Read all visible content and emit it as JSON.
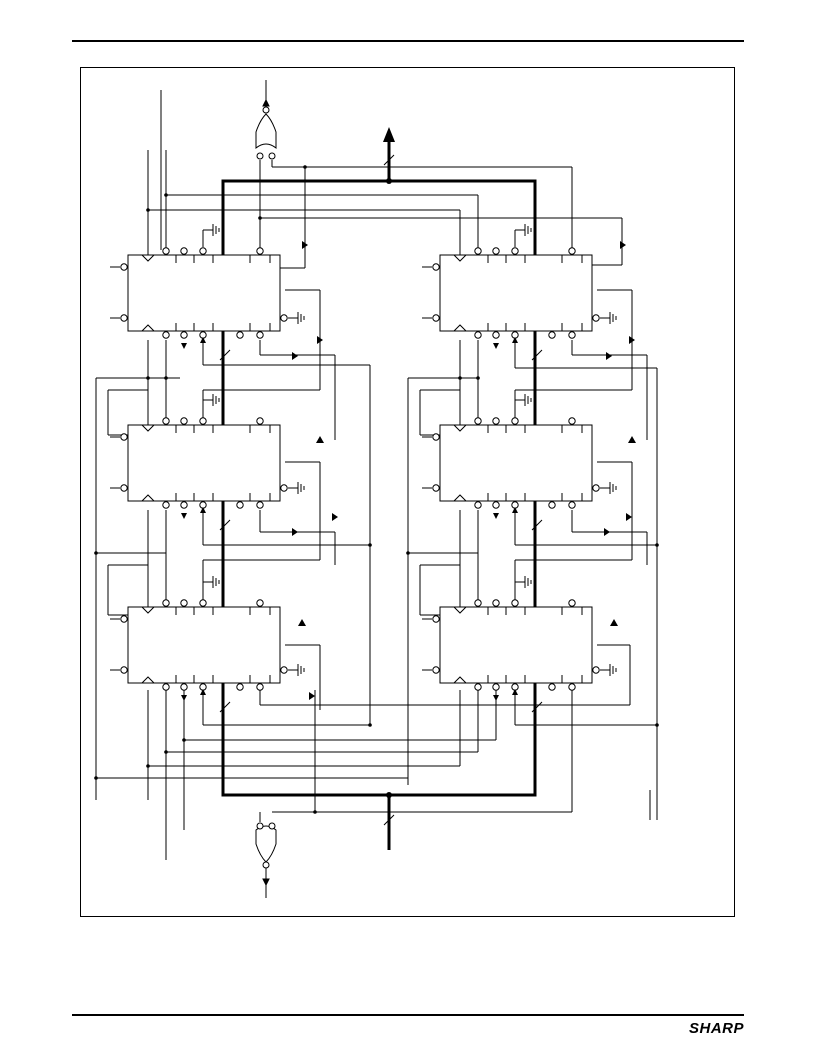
{
  "header": {
    "rule_color": "#000000"
  },
  "figure": {
    "kind": "schematic",
    "fifo_devices": 6,
    "columns": 2,
    "rows": 3,
    "gates": 2,
    "bus_color": "#000000",
    "icons": [
      "or-gate-icon",
      "ground-icon",
      "arrow-up-icon",
      "bus-slash-icon",
      "junction-dot-icon"
    ]
  },
  "footer": {
    "logo": "SHARP"
  }
}
